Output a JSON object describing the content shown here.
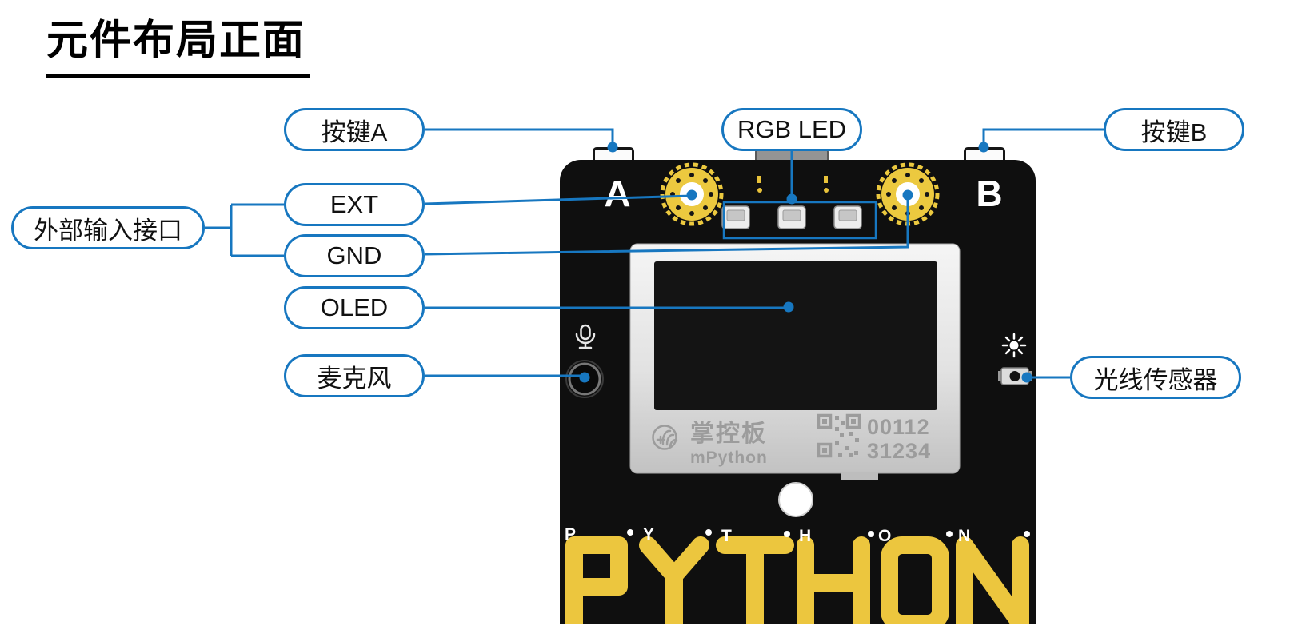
{
  "title": "元件布局正面",
  "callouts": {
    "button_a": "按键A",
    "rgb_led": "RGB LED",
    "button_b": "按键B",
    "ext_input": "外部输入接口",
    "ext": "EXT",
    "gnd": "GND",
    "oled": "OLED",
    "microphone": "麦克风",
    "light_sensor": "光线传感器"
  },
  "board": {
    "button_a_letter": "A",
    "button_b_letter": "B",
    "brand": "掌控板",
    "brand_sub": "mPython",
    "serial_line1": "00112",
    "serial_line2": "31234",
    "python_pads": [
      "P",
      "Y",
      "T",
      "H",
      "O",
      "N"
    ]
  },
  "colors": {
    "callout_blue": "#1777c0",
    "board_black": "#0f0f0f",
    "pad_gold": "#ecc63e",
    "silver_frame": "#e2e2e2"
  }
}
